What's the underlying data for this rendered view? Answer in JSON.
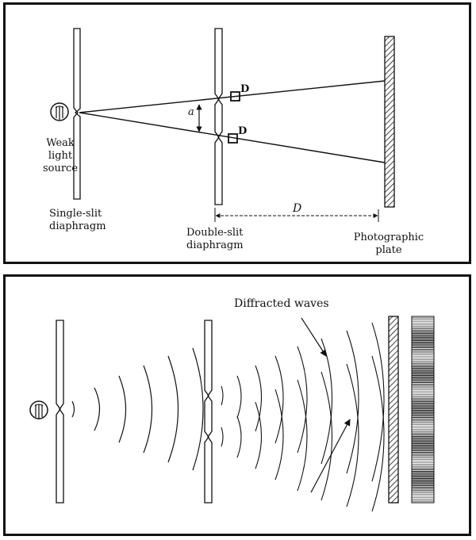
{
  "top": {
    "labels": {
      "weak": "Weak",
      "light": "light",
      "source": "source",
      "single_slit_1": "Single-slit",
      "single_slit_2": "diaphragm",
      "double_slit_1": "Double-slit",
      "double_slit_2": "diaphragm",
      "photo_1": "Photographic",
      "photo_2": "plate",
      "distance": "D",
      "separation": "a",
      "detector": "D"
    },
    "icons": [
      "lamp-icon",
      "detector-icon",
      "arrow-icon"
    ]
  },
  "bottom": {
    "labels": {
      "diffracted": "Diffracted waves"
    },
    "icons": [
      "lamp-icon",
      "arrow-icon"
    ]
  }
}
